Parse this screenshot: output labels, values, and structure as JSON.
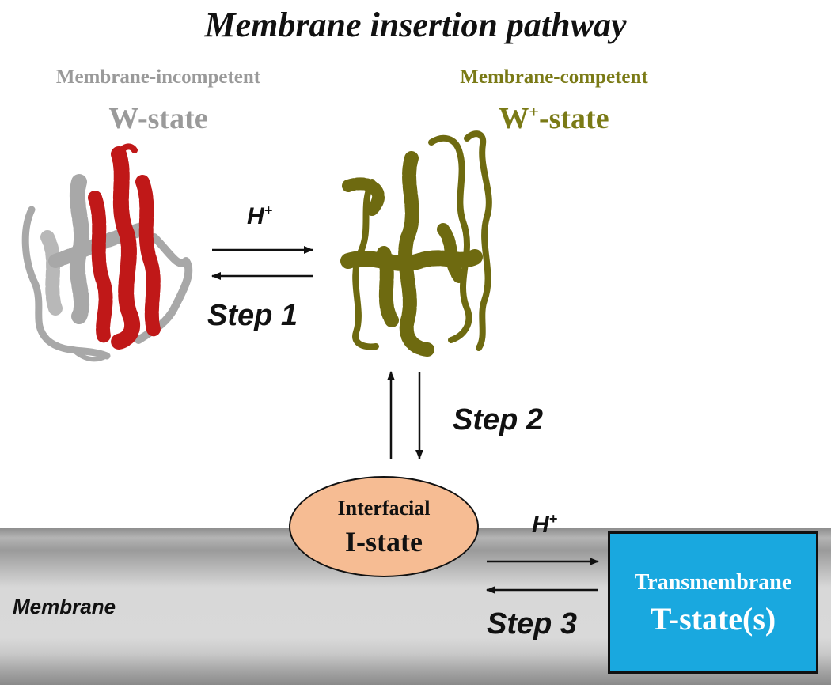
{
  "title": "Membrane insertion pathway",
  "w_state": {
    "subtitle": "Membrane-incompetent",
    "label": "W-state"
  },
  "w_plus_state": {
    "subtitle": "Membrane-competent",
    "label_prefix": "W",
    "label_sup": "+",
    "label_suffix": "-state"
  },
  "i_state": {
    "subtitle": "Interfacial",
    "label": "I-state"
  },
  "t_state": {
    "subtitle": "Transmembrane",
    "label": "T-state(s)"
  },
  "membrane_label": "Membrane",
  "proton": {
    "base": "H",
    "sup": "+"
  },
  "steps": {
    "step1": "Step 1",
    "step2": "Step 2",
    "step3": "Step 3"
  },
  "colors": {
    "w_state_text": "#9a9a9a",
    "w_plus_state_text": "#7a7a16",
    "protein_grey": "#a8a8a8",
    "protein_red": "#c01818",
    "protein_olive": "#6e6a10",
    "i_state_fill": "#f6bc93",
    "t_state_fill": "#19a8df"
  }
}
